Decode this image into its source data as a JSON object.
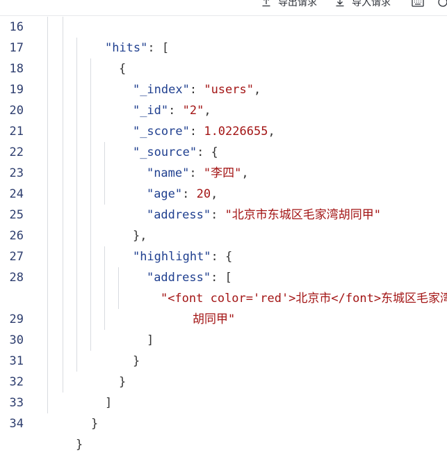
{
  "toolbar": {
    "export_label": "导出请求",
    "import_label": "导入请求",
    "keyboard_icon": "keyboard-icon",
    "help_icon": "help-icon"
  },
  "colors": {
    "key": "#1f3f8f",
    "string": "#a31515",
    "number": "#a31515",
    "line_number": "#2d3d6e",
    "guide": "#d8dbe0"
  },
  "editor": {
    "line_numbers": [
      "16",
      "17",
      "18",
      "19",
      "20",
      "21",
      "22",
      "23",
      "24",
      "25",
      "26",
      "27",
      "28",
      "29",
      "30",
      "31",
      "32",
      "33",
      "34"
    ],
    "lines": {
      "l16_key": "\"hits\"",
      "l16_rest": ": [",
      "l17": "{",
      "l18_key": "\"_index\"",
      "l18_sep": ": ",
      "l18_val": "\"users\"",
      "l18_end": ",",
      "l19_key": "\"_id\"",
      "l19_sep": ": ",
      "l19_val": "\"2\"",
      "l19_end": ",",
      "l20_key": "\"_score\"",
      "l20_sep": ": ",
      "l20_val": "1.0226655",
      "l20_end": ",",
      "l21_key": "\"_source\"",
      "l21_rest": ": {",
      "l22_key": "\"name\"",
      "l22_sep": ": ",
      "l22_val": "\"李四\"",
      "l22_end": ",",
      "l23_key": "\"age\"",
      "l23_sep": ": ",
      "l23_val": "20",
      "l23_end": ",",
      "l24_key": "\"address\"",
      "l24_sep": ": ",
      "l24_val": "\"北京市东城区毛家湾胡同甲\"",
      "l25": "},",
      "l26_key": "\"highlight\"",
      "l26_rest": ": {",
      "l27_key": "\"address\"",
      "l27_rest": ": [",
      "l28_val_a": "\"<font color='red'>北京市</font>东城区毛家湾",
      "l28_val_b": "胡同甲\"",
      "l29": "]",
      "l30": "}",
      "l31": "}",
      "l32": "]",
      "l33": "}",
      "l34": "}"
    }
  }
}
